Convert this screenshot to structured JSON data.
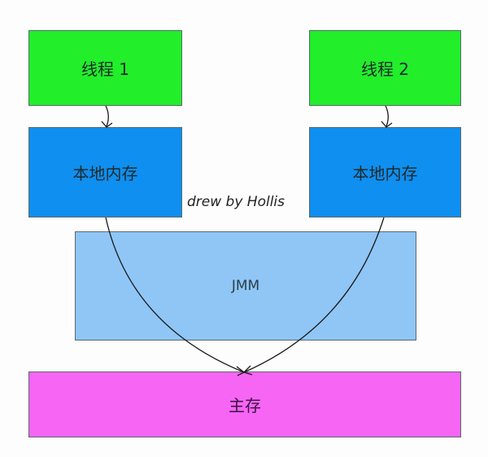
{
  "threads": [
    {
      "label": "线程 1"
    },
    {
      "label": "线程 2"
    }
  ],
  "local_memory": [
    {
      "label": "本地内存"
    },
    {
      "label": "本地内存"
    }
  ],
  "jmm": {
    "label": "JMM"
  },
  "main_memory": {
    "label": "主存"
  },
  "credit": "drew by Hollis",
  "colors": {
    "thread": "#22ee2a",
    "local": "#0f8ff0",
    "jmm": "#8fc6f6",
    "main": "#f765f5"
  }
}
